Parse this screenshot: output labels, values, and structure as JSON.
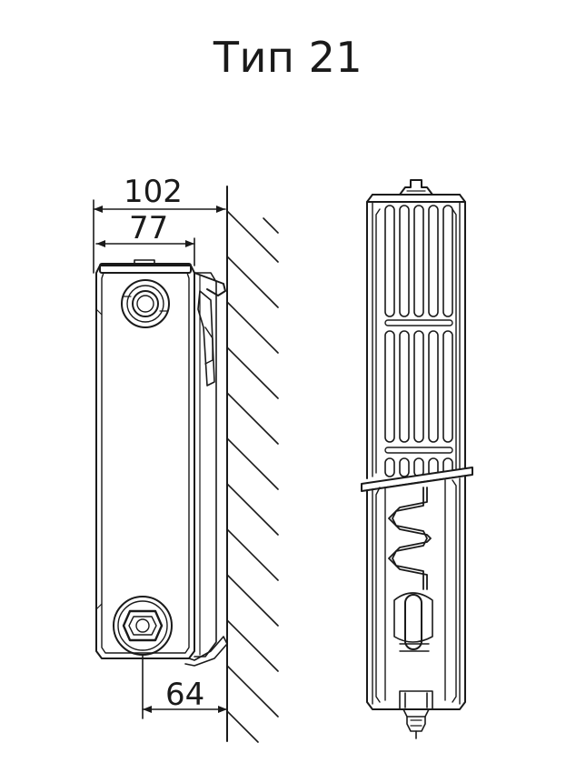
{
  "title": "Тип 21",
  "dimensions": {
    "overall_depth": "102",
    "panel_depth": "77",
    "pipe_offset": "64"
  },
  "colors": {
    "line": "#1a1a1a",
    "background": "#ffffff"
  }
}
